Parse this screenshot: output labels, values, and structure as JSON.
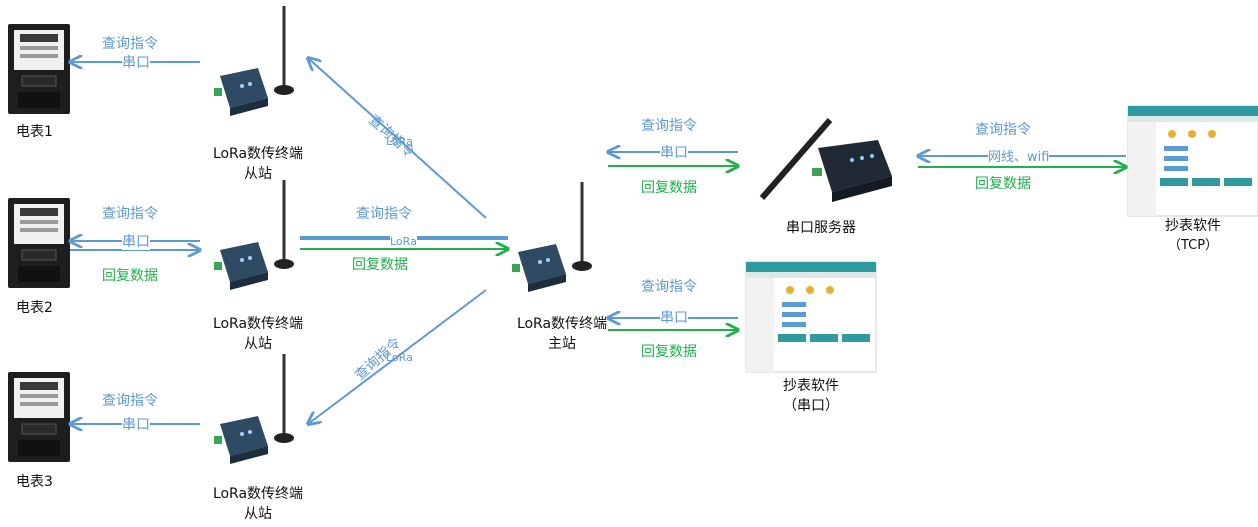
{
  "colors": {
    "query_arrow": "#5b9bd5",
    "reply_arrow": "#21b04b",
    "device_body": "#2f4a63",
    "meter_body": "#1e1e1e"
  },
  "meters": [
    {
      "label": "电表1"
    },
    {
      "label": "电表2"
    },
    {
      "label": "电表3"
    }
  ],
  "slaves": [
    {
      "line1": "LoRa数传终端",
      "line2": "从站"
    },
    {
      "line1": "LoRa数传终端",
      "line2": "从站"
    },
    {
      "line1": "LoRa数传终端",
      "line2": "从站"
    }
  ],
  "master": {
    "line1": "LoRa数传终端",
    "line2": "主站"
  },
  "serial_server": {
    "label": "串口服务器"
  },
  "software_serial": {
    "line1": "抄表软件",
    "line2": "（串口）"
  },
  "software_tcp": {
    "line1": "抄表软件",
    "line2": "（TCP）"
  },
  "links": {
    "meter1": {
      "query": "查询指令",
      "medium": "串口"
    },
    "meter2": {
      "query": "查询指令",
      "medium": "串口",
      "reply": "回复数据"
    },
    "meter3": {
      "query": "查询指令",
      "medium": "串口"
    },
    "lora_top": {
      "query": "查询指令",
      "medium": "LoRa"
    },
    "lora_mid": {
      "query": "查询指令",
      "medium": "LoRa",
      "reply": "回复数据"
    },
    "lora_bottom": {
      "query": "查询指令",
      "medium": "LoRa"
    },
    "serial_server": {
      "query": "查询指令",
      "medium": "串口",
      "reply": "回复数据"
    },
    "tcp": {
      "query": "查询指令",
      "medium": "网线、wifi",
      "reply": "回复数据"
    },
    "serial_software": {
      "query": "查询指令",
      "medium": "串口",
      "reply": "回复数据"
    }
  }
}
